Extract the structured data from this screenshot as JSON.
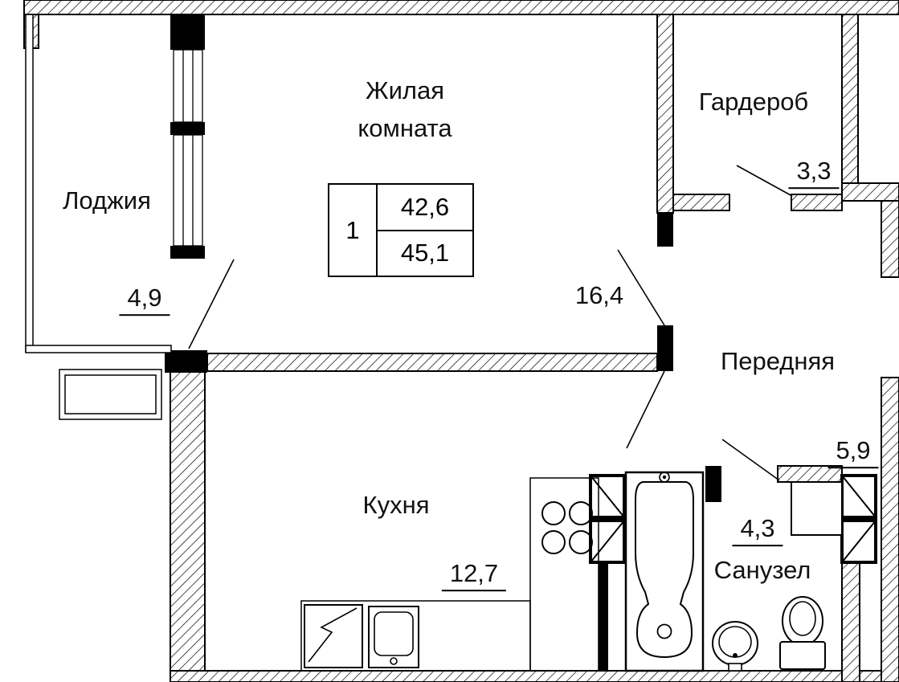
{
  "plan": {
    "info_box": {
      "rooms_count": "1",
      "living_area": "42,6",
      "total_area": "45,1"
    },
    "rooms": [
      {
        "name": "Жилая комната",
        "name_line1": "Жилая",
        "name_line2": "комната",
        "area": "16,4"
      },
      {
        "name": "Лоджия",
        "area": "4,9"
      },
      {
        "name": "Гардероб",
        "area": "3,3"
      },
      {
        "name": "Передняя",
        "area": "5,9"
      },
      {
        "name": "Кухня",
        "area": "12,7"
      },
      {
        "name": "Санузел",
        "area": "4,3"
      }
    ],
    "fixtures": [
      "bathtub",
      "washbasin",
      "toilet",
      "kitchen-sink",
      "cooktop",
      "appliance",
      "vent-shaft",
      "cabinet",
      "window",
      "door"
    ]
  }
}
